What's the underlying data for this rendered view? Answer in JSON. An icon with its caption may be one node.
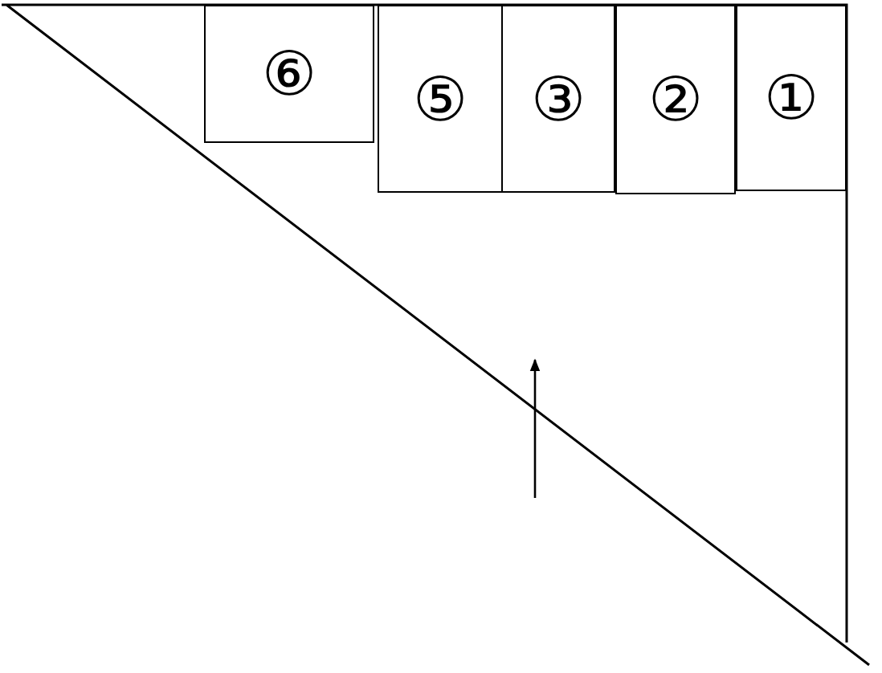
{
  "diagram": {
    "nodes": [
      {
        "text": [
          "⑥"
        ]
      },
      {
        "text": [
          "⑤"
        ]
      },
      {
        "text": [
          "③"
        ]
      },
      {
        "text": [
          "②"
        ]
      },
      {
        "text": [
          "①"
        ]
      }
    ]
  }
}
